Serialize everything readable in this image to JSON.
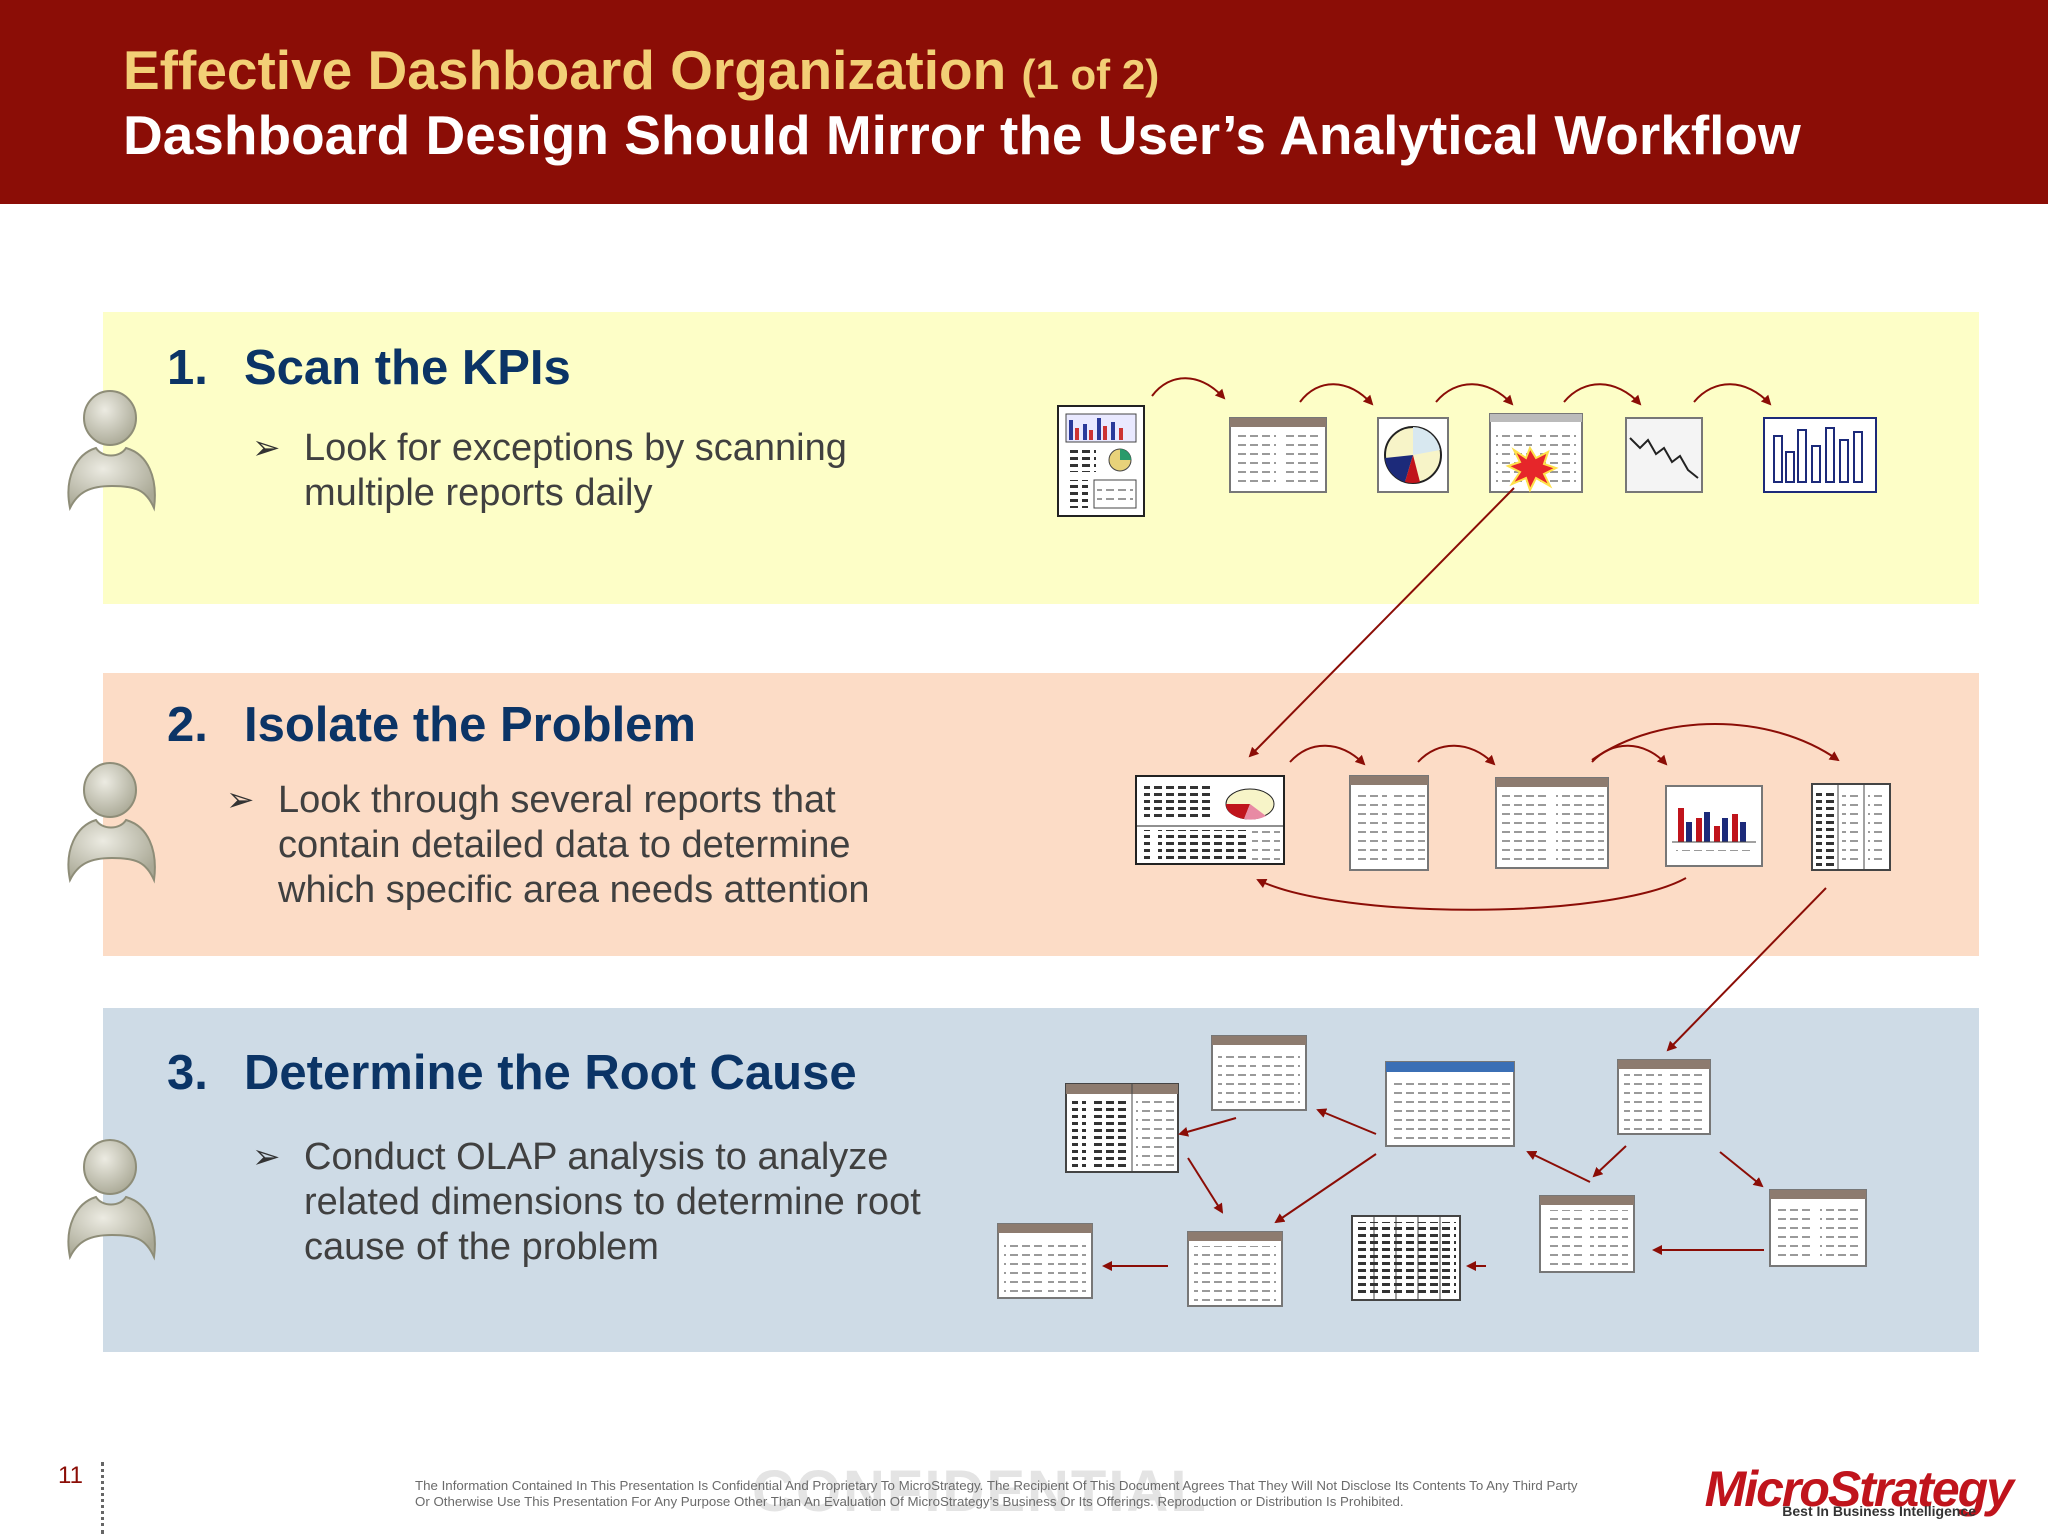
{
  "header": {
    "title": "Effective Dashboard Organization",
    "title_suffix": "(1 of 2)",
    "subtitle": "Dashboard Design Should Mirror the User’s Analytical Workflow"
  },
  "steps": [
    {
      "number": "1.",
      "title": "Scan the KPIs",
      "text": "Look for exceptions by scanning multiple reports daily"
    },
    {
      "number": "2.",
      "title": "Isolate the Problem",
      "text": "Look through several reports that contain detailed data to determine which specific area needs attention"
    },
    {
      "number": "3.",
      "title": "Determine the Root Cause",
      "text": "Conduct OLAP analysis to analyze related dimensions to determine root cause of the problem"
    }
  ],
  "bullet_glyph": "➢",
  "icons": [
    "user-silhouette-icon",
    "dashboard-thumbnail-icon",
    "grid-report-icon",
    "pie-chart-icon",
    "exception-burst-icon",
    "line-chart-icon",
    "bar-chart-icon",
    "workflow-arrow"
  ],
  "colors": {
    "header": "#8b0d06",
    "title_accent": "#f2cf76",
    "step_title": "#0b3466",
    "band1": "#fdfec7",
    "band2": "#fcdcc6",
    "band3": "#cedbe6",
    "arrow": "#8b0d06"
  },
  "footer": {
    "page_number": "11",
    "confidential": "CONFIDENTIAL",
    "disclaimer": "The Information Contained In This Presentation Is Confidential And Proprietary To MicroStrategy. The Recipient Of This Document Agrees That They Will Not Disclose Its Contents To Any Third Party Or Otherwise Use This Presentation For Any Purpose Other Than An Evaluation Of MicroStrategy’s Business Or Its Offerings. Reproduction or Distribution Is Prohibited.",
    "logo_brand": "MicroStrategy",
    "logo_tagline": "Best In Business Intelligence"
  }
}
